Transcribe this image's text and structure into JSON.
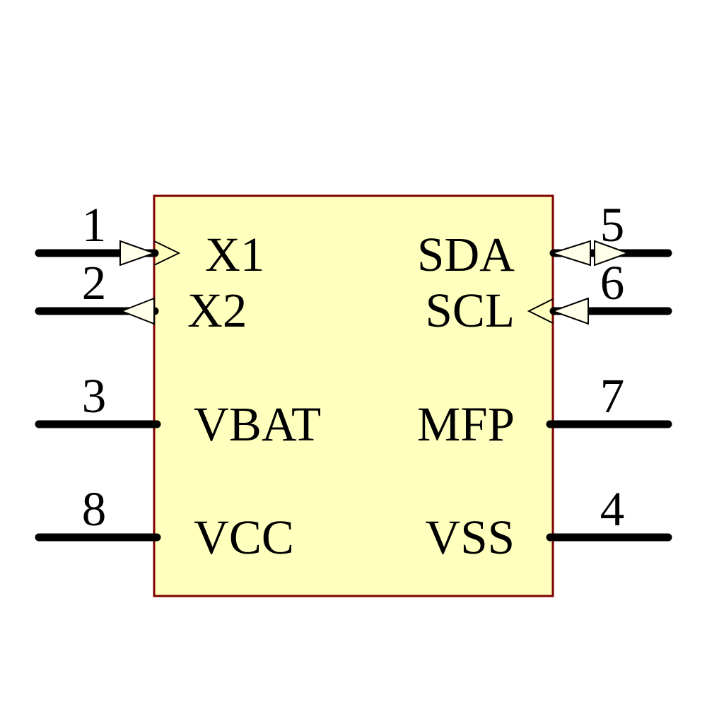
{
  "colors": {
    "background": "#FFFFFF",
    "body_fill": "#FFFFBE",
    "body_border": "#7F0000",
    "arrow_fill": "#FFFFEA",
    "ink": "#000000"
  },
  "component": {
    "pins": {
      "left": [
        {
          "number": "1",
          "name": "X1",
          "direction_marker": "input-arrow-right"
        },
        {
          "number": "2",
          "name": "X2",
          "direction_marker": "output-arrow-left"
        },
        {
          "number": "3",
          "name": "VBAT",
          "direction_marker": "none"
        },
        {
          "number": "8",
          "name": "VCC",
          "direction_marker": "none"
        }
      ],
      "right": [
        {
          "number": "5",
          "name": "SDA",
          "direction_marker": "bidirectional-arrow"
        },
        {
          "number": "6",
          "name": "SCL",
          "direction_marker": "input-arrow-left"
        },
        {
          "number": "7",
          "name": "MFP",
          "direction_marker": "none"
        },
        {
          "number": "4",
          "name": "VSS",
          "direction_marker": "none"
        }
      ]
    }
  }
}
